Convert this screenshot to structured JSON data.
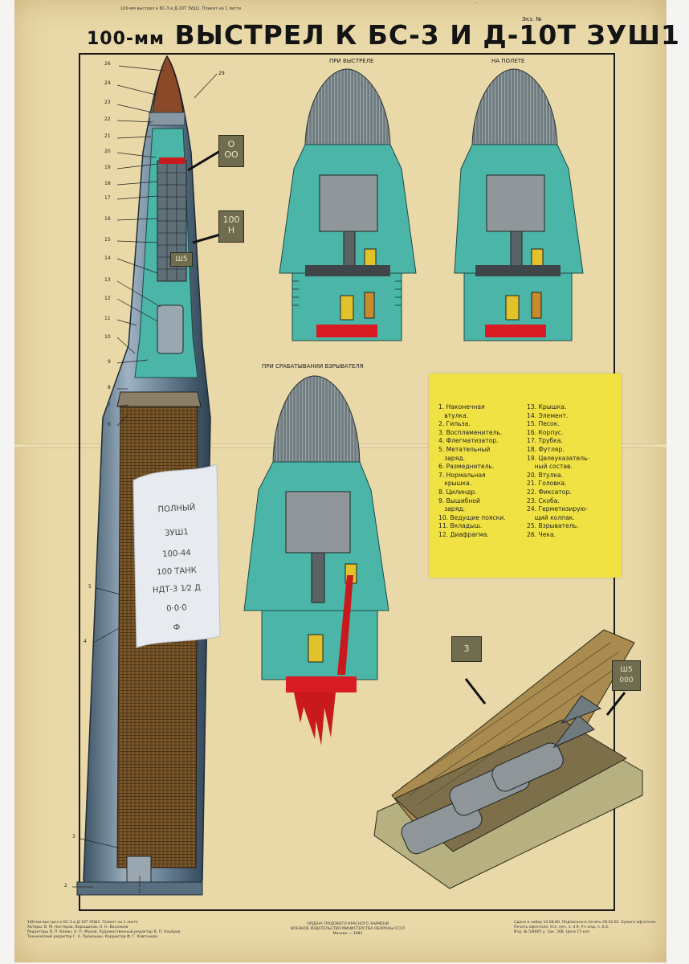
{
  "header": {
    "top_small": "100-мм выстрел к БС-3 и Д-10Т ЗУШ1. Плакат на 1 листе",
    "stamp": "—",
    "copy_label": "Экз. №",
    "title_prefix": "100-мм",
    "title_main": "ВЫСТРЕЛ К БС-3 И Д-10Т ЗУШ1"
  },
  "views": {
    "firing": "ПРИ ВЫСТРЕЛЕ",
    "flight": "НА ПОЛЕТЕ",
    "trigger": "ПРИ СРАБАТЫВАНИИ ВЗРЫВАТЕЛЯ"
  },
  "callouts": [
    "26",
    "24",
    "29",
    "23",
    "22",
    "21",
    "20",
    "19",
    "18",
    "17",
    "16",
    "15",
    "14",
    "13",
    "12",
    "11",
    "10",
    "9",
    "8",
    "7",
    "6",
    "5",
    "4",
    "3",
    "2",
    "1"
  ],
  "tags": {
    "tag_top": [
      "О",
      "ОО"
    ],
    "tag_mid": [
      "100",
      "Н"
    ],
    "tag_sh5": "Ш5",
    "box_sign": "3",
    "box_tag": [
      "Ш5",
      "000"
    ]
  },
  "sticker": [
    "ПОЛНЫЙ",
    "ЗУШ1",
    "100-44",
    "100 ТАНК",
    "НДТ-3 1⁄2 Д",
    "0·0·0",
    "Ф"
  ],
  "legend": {
    "col1": [
      "1. Наконечная",
      "   втулка.",
      "2. Гильза.",
      "3. Воспламенитель.",
      "4. Флегматизатор.",
      "5. Метательный",
      "   заряд.",
      "6. Размеднитель.",
      "7. Нормальная",
      "   крышка.",
      "8. Цилиндр.",
      "9. Вышибной",
      "   заряд.",
      "10. Ведущие пояски.",
      "11. Вкладыш.",
      "12. Диафрагма."
    ],
    "col2": [
      "13. Крышка.",
      "14. Элемент.",
      "15. Песок.",
      "16. Корпус.",
      "17. Трубка.",
      "18. Футляр.",
      "19. Целеуказатель-",
      "    ный состав.",
      "20. Втулка.",
      "21. Головка.",
      "22. Фиксатор.",
      "23. Скоба.",
      "24. Герметизирую-",
      "    щий колпак.",
      "25. Взрыватель.",
      "26. Чека."
    ]
  },
  "footer": {
    "left": "100-мм выстрел к БС-3 и Д-10Т ЗУШ1. Плакат на 1 листе\nАвторы: В. М. Нестеров, Ворошилов, Н. Н. Васильев\nРедакторы В. П. Клеин, А. П. Жуков. Художественный редактор В. П. Ольбров\nТехнический редактор Г. А. Прокошин. Корректор Ф. Г. Ковтонова",
    "center": "ОРДЕНА ТРУДОВОГО КРАСНОГО ЗНАМЕНИ\nВОЕННОЕ ИЗДАТЕЛЬСТВО МИНИСТЕРСТВА ОБОРОНЫ СССР\nМосква — 1981",
    "right": "Сдано в набор 14.08.80. Подписано в печать 09.02.81. Бумага офсетная.\nПечать офсетная. Усл. печ. л. 4.9. Уч.-изд. л. 0,4.\nИзд. № 5/8605 у. Зак. 368. Цена 15 коп."
  },
  "colors": {
    "paper": "#e9d9a8",
    "teal": "#4bb5a8",
    "legend_bg": "#f0e242",
    "charge_brown": "#6a4a22",
    "casing_blue": "#7b93a6",
    "red": "#c8191e"
  }
}
